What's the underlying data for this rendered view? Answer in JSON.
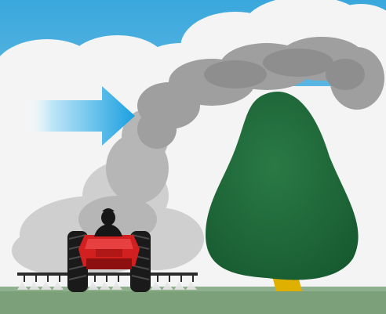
{
  "illustration": {
    "subject": "tractor-spraying-drift-toward-tree",
    "elements": {
      "sky": "sky",
      "clouds": "clouds",
      "wind_arrow": "wind-arrow-icon",
      "spray_drift": "spray-drift-cloud",
      "tractor": "tractor",
      "driver": "tractor-driver",
      "sprayer_boom": "sprayer-boom",
      "tree": "tree",
      "ground": "grass-ground"
    }
  },
  "colors": {
    "sky_top": "#3aa7dc",
    "sky_bottom": "#9fd6ef",
    "cloud": "#f2f2f2",
    "cloud_shadow": "#dedede",
    "smoke_dark": "#8f8f8f",
    "smoke_mid": "#a9a9a9",
    "smoke_light": "#c4c4c4",
    "arrow_start": "#ffffff",
    "arrow_end": "#1aa0e0",
    "tree_canopy": "#1f6b3a",
    "tree_trunk": "#e0b000",
    "ground": "#7ca07a",
    "ground_dark": "#6b8f6a",
    "tractor_body": "#d21f1f",
    "tractor_dark": "#8e0f0f",
    "tire": "#1a1a1a",
    "boom": "#2a2a2a"
  }
}
